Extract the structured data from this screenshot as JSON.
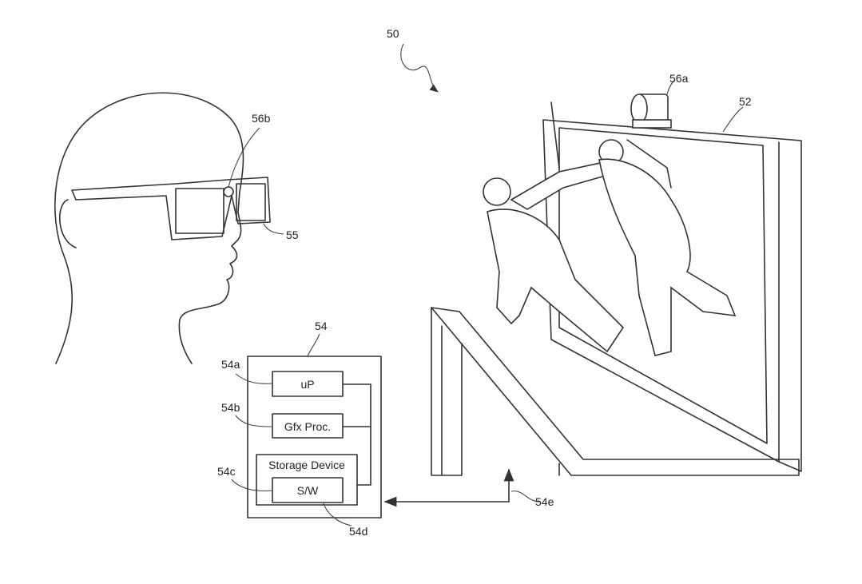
{
  "figure": {
    "labels": {
      "system": "50",
      "camera": "56a",
      "display": "52",
      "glasses_sensor": "56b",
      "glasses": "55",
      "console": "54",
      "processor_ref": "54a",
      "graphics_ref": "54b",
      "storage_ref": "54c",
      "software_ref": "54d",
      "connection_ref": "54e"
    },
    "blocks": {
      "processor": "uP",
      "graphics": "Gfx Proc.",
      "storage": "Storage Device",
      "software": "S/W"
    }
  }
}
